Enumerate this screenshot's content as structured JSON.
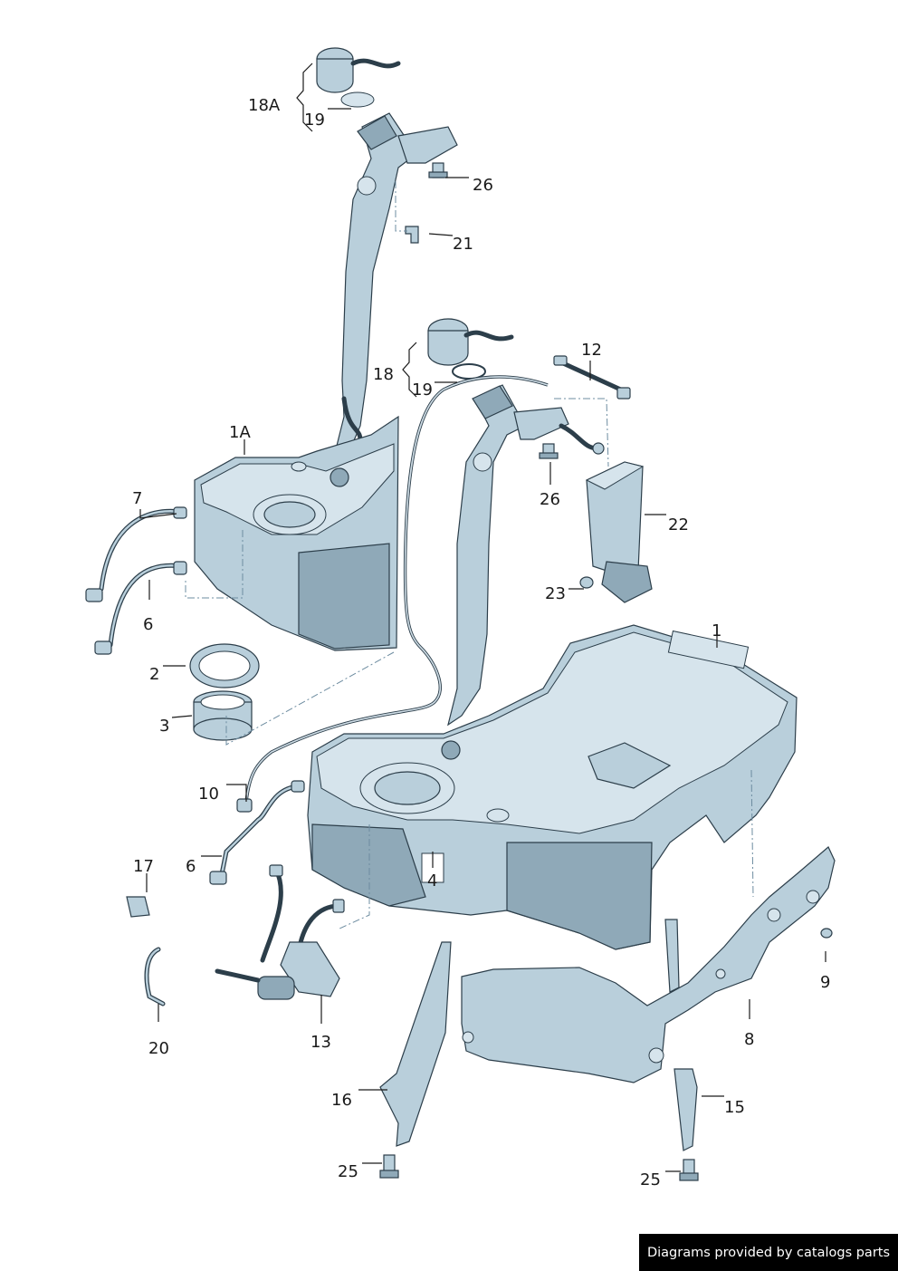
{
  "callouts": {
    "c1": "1",
    "c1A": "1A",
    "c2": "2",
    "c3": "3",
    "c4": "4",
    "c6a": "6",
    "c6b": "6",
    "c7": "7",
    "c8": "8",
    "c9": "9",
    "c10": "10",
    "c12": "12",
    "c13": "13",
    "c15": "15",
    "c16": "16",
    "c17": "17",
    "c18": "18",
    "c18A": "18A",
    "c19a": "19",
    "c19b": "19",
    "c20": "20",
    "c21": "21",
    "c22": "22",
    "c23": "23",
    "c25a": "25",
    "c25b": "25",
    "c26a": "26",
    "c26b": "26"
  },
  "footer": {
    "credit": "Diagrams provided by catalogs parts"
  },
  "colors": {
    "part_fill": "#b9cfdb",
    "outline": "#2c3e4a",
    "leader": "#1a1a1a",
    "credit_bg": "#000000"
  }
}
